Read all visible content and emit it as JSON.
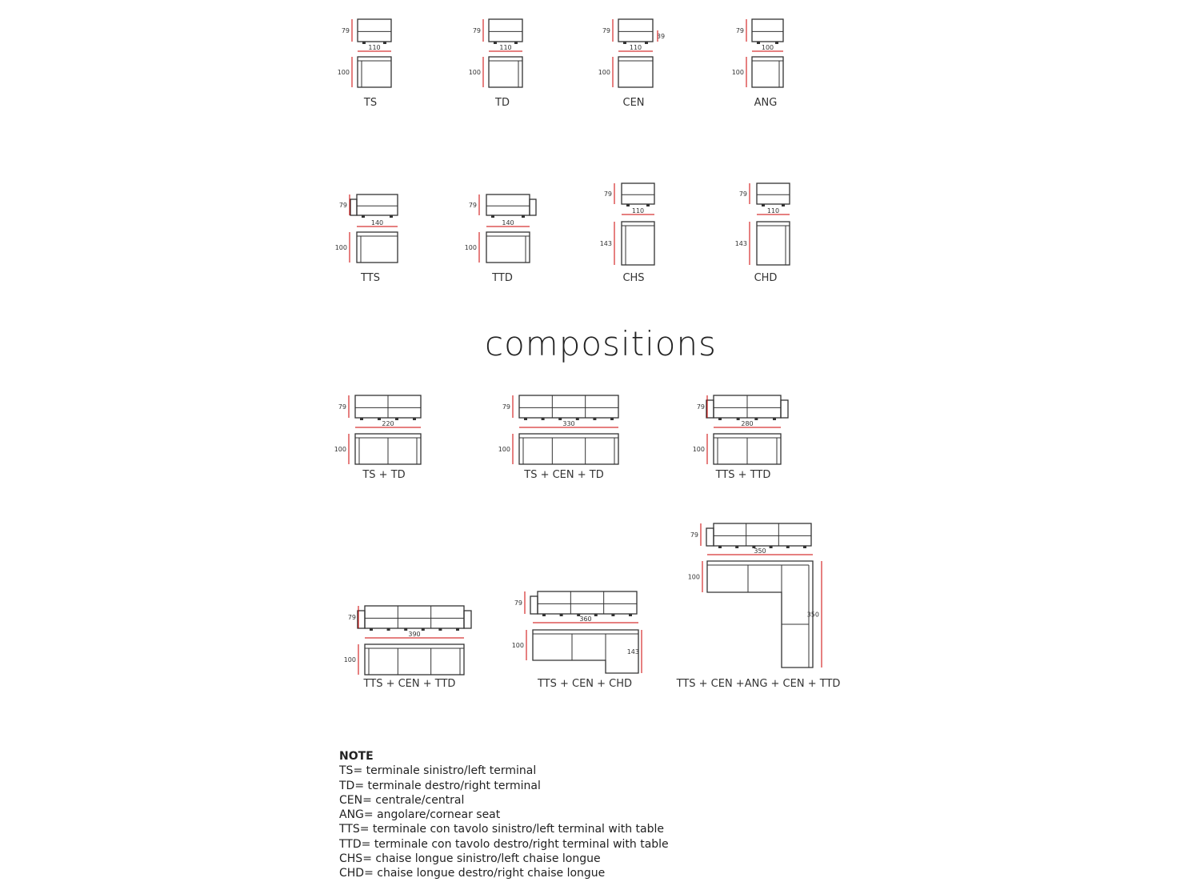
{
  "colors": {
    "line": "#333333",
    "dimension_mark": "#cc0000"
  },
  "modules": [
    {
      "label": "TS",
      "height": "79",
      "width": "110",
      "depth": "100"
    },
    {
      "label": "TD",
      "height": "79",
      "width": "110",
      "depth": "100"
    },
    {
      "label": "CEN",
      "height": "79",
      "width": "110",
      "depth": "100",
      "seat_height": "39"
    },
    {
      "label": "ANG",
      "height": "79",
      "width": "100",
      "depth": "100"
    },
    {
      "label": "TTS",
      "height": "79",
      "width": "140",
      "depth": "100"
    },
    {
      "label": "TTD",
      "height": "79",
      "width": "140",
      "depth": "100"
    },
    {
      "label": "CHS",
      "height": "79",
      "width": "110",
      "depth": "143"
    },
    {
      "label": "CHD",
      "height": "79",
      "width": "110",
      "depth": "143"
    }
  ],
  "compositions_heading": "compositions",
  "compositions": [
    {
      "label": "TS + TD",
      "height": "79",
      "width": "220",
      "depth": "100"
    },
    {
      "label": "TS + CEN + TD",
      "height": "79",
      "width": "330",
      "depth": "100"
    },
    {
      "label": "TTS + TTD",
      "height": "79",
      "width": "280",
      "depth": "100"
    },
    {
      "label": "TTS + CEN + TTD",
      "height": "79",
      "width": "390",
      "depth": "100"
    },
    {
      "label": "TTS + CEN + CHD",
      "height": "79",
      "width": "360",
      "depth": "100",
      "depth2": "143"
    },
    {
      "label": "TTS + CEN +ANG + CEN + TTD",
      "height": "79",
      "width": "350",
      "depth": "100",
      "depth2": "350"
    }
  ],
  "notes": {
    "title": "NOTE",
    "lines": [
      "TS= terminale sinistro/left terminal",
      "TD= terminale destro/right terminal",
      "CEN= centrale/central",
      "ANG= angolare/cornear seat",
      "TTS= terminale con tavolo sinistro/left terminal with table",
      "TTD= terminale con tavolo destro/right terminal with table",
      "CHS= chaise longue sinistro/left chaise longue",
      "CHD= chaise longue destro/right chaise longue"
    ]
  }
}
